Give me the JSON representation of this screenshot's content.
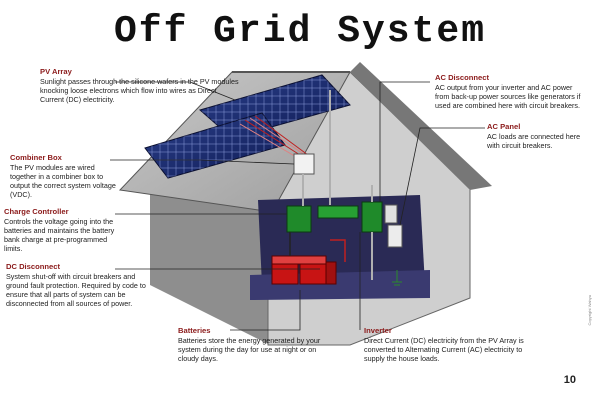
{
  "title": "Off Grid System",
  "callouts": {
    "pv_array": {
      "heading": "PV Array",
      "text": "Sunlight passes through the silicone wafers in the PV modules knocking loose electrons which flow into wires as Direct Current (DC) electricity."
    },
    "combiner_box": {
      "heading": "Combiner Box",
      "text": "The PV modules are wired together in a combiner box to output the correct system voltage (VDC)."
    },
    "charge_controller": {
      "heading": "Charge Controller",
      "text": "Controls the voltage going into the batteries and maintains the battery bank charge at pre-programmed limits."
    },
    "dc_disconnect": {
      "heading": "DC Disconnect",
      "text": "System shut-off with circuit breakers and ground fault protection. Required by code to ensure that all parts of system can be disconnected from all sources of power."
    },
    "batteries": {
      "heading": "Batteries",
      "text": "Batteries store the energy generated by your system during the day for use at night or on cloudy days."
    },
    "ac_disconnect": {
      "heading": "AC Disconnect",
      "text": "AC output from your inverter and AC power from back-up power sources like generators if used are combined here with circuit breakers."
    },
    "ac_panel": {
      "heading": "AC Panel",
      "text": "AC loads are connected here with circuit breakers."
    },
    "inverter": {
      "heading": "Inverter",
      "text": "Direct Current (DC) electricity from the PV Array is converted to Alternating Current (AC) electricity to supply the house loads."
    }
  },
  "page_number": "10",
  "watermark": "Copyright Wahyu"
}
